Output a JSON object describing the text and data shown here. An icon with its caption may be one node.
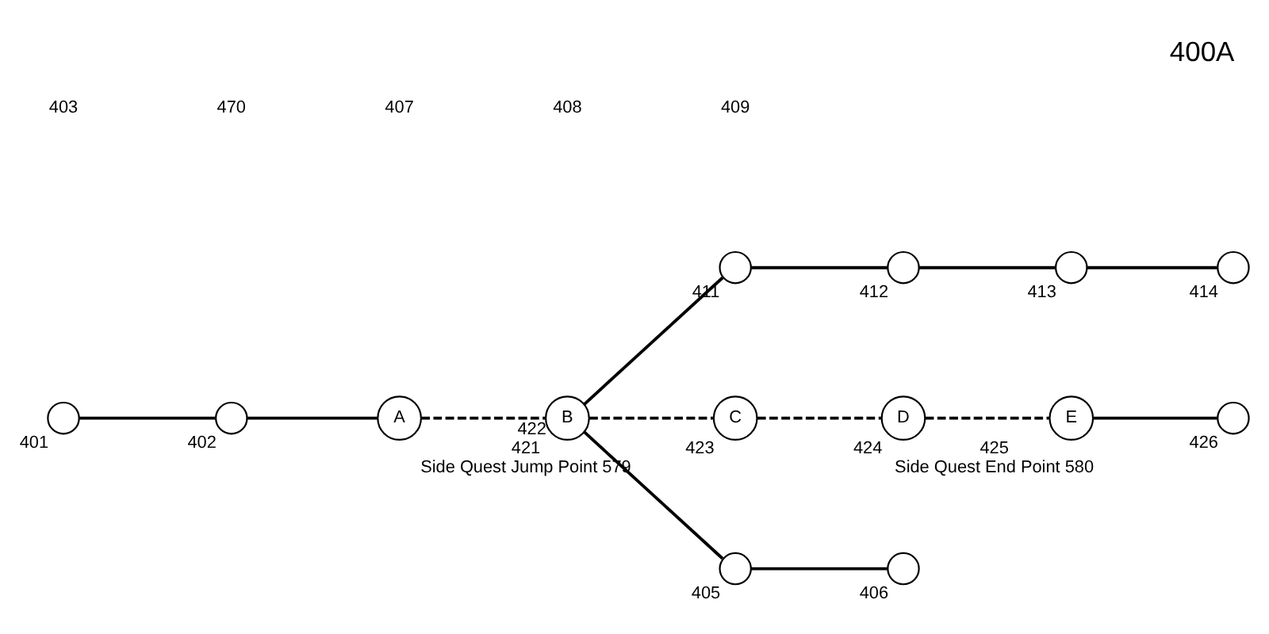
{
  "diagram": {
    "title": "400A",
    "nodes": [
      {
        "text": [],
        "shape": "circle",
        "beside": [
          "401"
        ]
      },
      {
        "text": [],
        "shape": "circle",
        "beside": [
          "402"
        ]
      },
      {
        "text": [
          "A"
        ],
        "beside": [
          "421",
          "Side Quest Jump Point 579"
        ]
      },
      {
        "text": [
          "B"
        ],
        "beside": [
          "422"
        ]
      },
      {
        "text": [],
        "shape": "circle",
        "beside": [
          "411"
        ]
      },
      {
        "text": [],
        "shape": "circle",
        "beside": [
          "412"
        ]
      },
      {
        "text": [],
        "shape": "circle",
        "beside": [
          "413"
        ]
      },
      {
        "text": [],
        "shape": "circle",
        "beside": [
          "414"
        ]
      },
      {
        "text": [
          "C"
        ],
        "beside": [
          "423"
        ]
      },
      {
        "text": [],
        "shape": "circle",
        "beside": [
          "405"
        ]
      },
      {
        "text": [],
        "shape": "circle",
        "beside": [
          "406"
        ]
      },
      {
        "text": [
          "D"
        ],
        "beside": [
          "424"
        ]
      },
      {
        "text": [
          "E"
        ],
        "beside": [
          "425",
          "Side Quest End Point 580"
        ]
      },
      {
        "text": [],
        "shape": "circle",
        "beside": [
          "426"
        ]
      }
    ],
    "edges": [
      {
        "from": 0,
        "to": 1,
        "arrow": "none"
      },
      {
        "from": 1,
        "to": 2,
        "arrow": "none"
      },
      {
        "from": 2,
        "to": 3,
        "arrow": "none",
        "style": "dashed"
      },
      {
        "from": 3,
        "to": 4,
        "arrow": "none"
      },
      {
        "from": 4,
        "to": 5,
        "arrow": "none"
      },
      {
        "from": 5,
        "to": 6,
        "arrow": "none"
      },
      {
        "from": 6,
        "to": 7,
        "arrow": "none"
      },
      {
        "from": 3,
        "to": 8,
        "arrow": "none",
        "style": "dashed"
      },
      {
        "from": 3,
        "to": 9,
        "arrow": "none"
      },
      {
        "from": 9,
        "to": 10,
        "arrow": "none"
      },
      {
        "from": 8,
        "to": 11,
        "arrow": "none",
        "style": "dashed"
      },
      {
        "from": 11,
        "to": 12,
        "arrow": "none",
        "style": "dashed"
      },
      {
        "from": 12,
        "to": 13,
        "arrow": "none"
      }
    ],
    "labels": [
      "403",
      "470",
      "407",
      "408",
      "409"
    ]
  }
}
